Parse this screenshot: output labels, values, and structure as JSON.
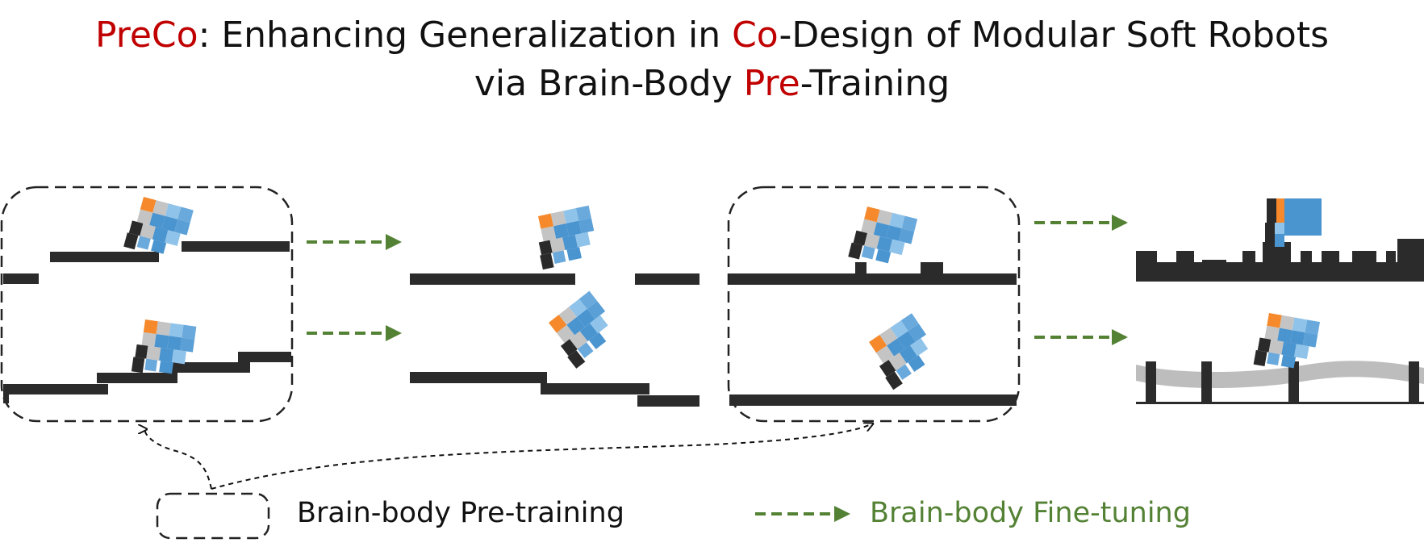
{
  "title": {
    "line1": {
      "accent1": "Pre",
      "accent2": "Co",
      "mid1": ": Enhancing Generalization in ",
      "accent3": "Co",
      "end": "-Design of Modular Soft Robots"
    },
    "line2": {
      "start": "via Brain-Body ",
      "accent": "Pre",
      "end": "-Training"
    }
  },
  "legend": {
    "pretraining_label": "Brain-body Pre-training",
    "finetuning_label": "Brain-body Fine-tuning"
  },
  "colors": {
    "accent_red": "#c00000",
    "arrow_green": "#548235",
    "terrain": "#2b2b2b",
    "rail": "#bdbdbd",
    "robot_blue": "#4a94cf",
    "robot_light_blue": "#8fc3ea",
    "robot_orange": "#f5892b",
    "robot_gray": "#c4c4c4",
    "robot_black": "#2a2a2a"
  }
}
